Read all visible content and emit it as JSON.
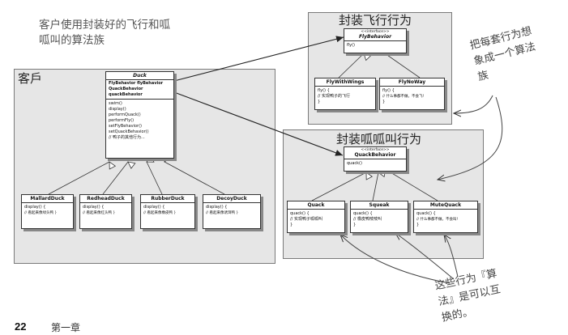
{
  "caption": [
    "客户使用封装好的飞行和呱",
    "呱叫的算法族"
  ],
  "client_panel": {
    "title": "客戶"
  },
  "fly_panel": {
    "title": "封装飞行行为"
  },
  "quack_panel": {
    "title": "封装呱呱叫行为"
  },
  "duck": {
    "name": "Duck",
    "fields": [
      "FlyBehavior flyBehavior",
      "QuackBehavior quackBehavior"
    ],
    "methods": [
      "swim()",
      "display()",
      "performQuack()",
      "performFly()",
      "setFlyBehavior()",
      "setQuackBehavior()",
      "// 鸭子的其他行为..."
    ]
  },
  "subclasses": [
    {
      "name": "MallardDuck",
      "lines": [
        "display() {",
        "  // 看起来像绿头鸭 }"
      ]
    },
    {
      "name": "RedheadDuck",
      "lines": [
        "display() {",
        "  // 看起来像红头鸭 }"
      ]
    },
    {
      "name": "RubberDuck",
      "lines": [
        "display() {",
        "  // 看起来像橡皮鸭 }"
      ]
    },
    {
      "name": "DecoyDuck",
      "lines": [
        "display() {",
        "  // 看起来像诱饵鸭 }"
      ]
    }
  ],
  "fly_interface": {
    "stereotype": "<<interface>>",
    "name": "FlyBehavior",
    "methods": [
      "fly()"
    ]
  },
  "fly_impls": [
    {
      "name": "FlyWithWings",
      "lines": [
        "fly() {",
        "  // 实现鸭子的飞行",
        "}"
      ]
    },
    {
      "name": "FlyNoWay",
      "lines": [
        "fly() {",
        "  // 什么事都不做，不会飞!",
        "}"
      ]
    }
  ],
  "quack_interface": {
    "stereotype": "<<interface>>",
    "name": "QuackBehavior",
    "methods": [
      "quack()"
    ]
  },
  "quack_impls": [
    {
      "name": "Quack",
      "lines": [
        "quack() {",
        "  // 实现鸭子呱呱叫",
        "}"
      ]
    },
    {
      "name": "Squeak",
      "lines": [
        "quack() {",
        "  // 橡皮鸭吱吱叫",
        "}"
      ]
    },
    {
      "name": "MuteQuack",
      "lines": [
        "quack() {",
        "  // 什么事都不做，不会叫!",
        "}"
      ]
    }
  ],
  "note_right": [
    "把每套行为想",
    "象成一个算法",
    "族"
  ],
  "note_bottom": [
    "这些行为『算",
    "法』是可以互",
    "换的。"
  ],
  "footer": {
    "page_number": "22",
    "chapter": "第一章"
  }
}
